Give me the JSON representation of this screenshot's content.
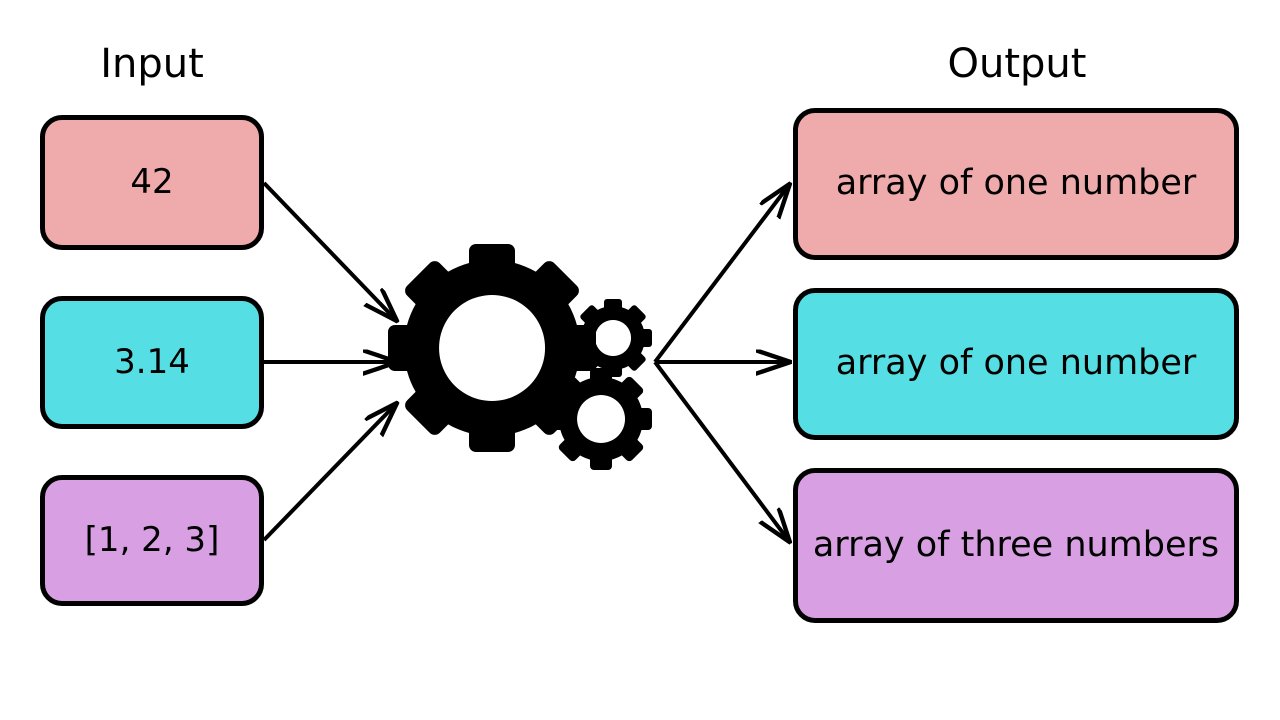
{
  "diagram": {
    "title": "Input to Output transformation via processing gears",
    "background_color": "#ffffff",
    "stroke_color": "#000000",
    "columns": {
      "input_header": "Input",
      "output_header": "Output"
    },
    "inputs": [
      {
        "label": "42",
        "color": "#efabab",
        "name": "input-integer"
      },
      {
        "label": "3.14",
        "color": "#55dee3",
        "name": "input-float"
      },
      {
        "label": "[1, 2, 3]",
        "color": "#d8a0e3",
        "name": "input-list"
      }
    ],
    "outputs": [
      {
        "label": "array of one number",
        "color": "#efabab",
        "name": "output-array-one-number-a"
      },
      {
        "label": "array of one number",
        "color": "#55dee3",
        "name": "output-array-one-number-b"
      },
      {
        "label": "array of three numbers",
        "color": "#d8a0e3",
        "name": "output-array-three-numbers"
      }
    ],
    "processor": {
      "icon": "gears-icon",
      "description": "three interlocking gears"
    },
    "edges": [
      {
        "from": "42",
        "to": "array of one number"
      },
      {
        "from": "3.14",
        "to": "array of one number"
      },
      {
        "from": "[1, 2, 3]",
        "to": "array of three numbers"
      }
    ]
  }
}
